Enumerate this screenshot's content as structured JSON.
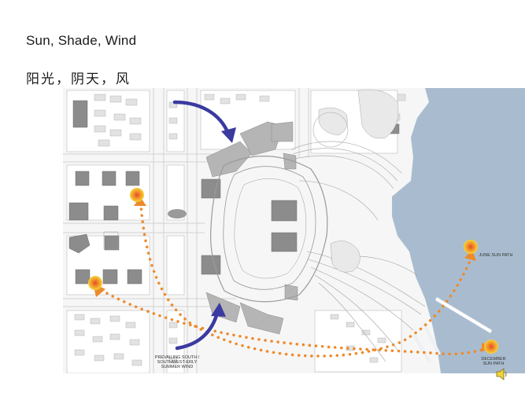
{
  "title_en": "Sun, Shade, Wind",
  "title_cn": "阳光，阴天，风",
  "annotations": {
    "june_sun_path": "JUNE SUN PATH",
    "december_sun_path": "DECEMBER SUN PATH",
    "prevailing_wind": "PREVAILING SOUTH / SOUTHWEST-ERLY SUMMER WIND"
  },
  "colors": {
    "water": "#a9bccf",
    "sun_path": "#ee8a2a",
    "wind_arrow": "#3a3aa0",
    "sun": "#f2c230",
    "building": "#8c8c8c"
  },
  "icons": [
    "sun-icon",
    "wind-arrow-icon",
    "speaker-icon"
  ]
}
